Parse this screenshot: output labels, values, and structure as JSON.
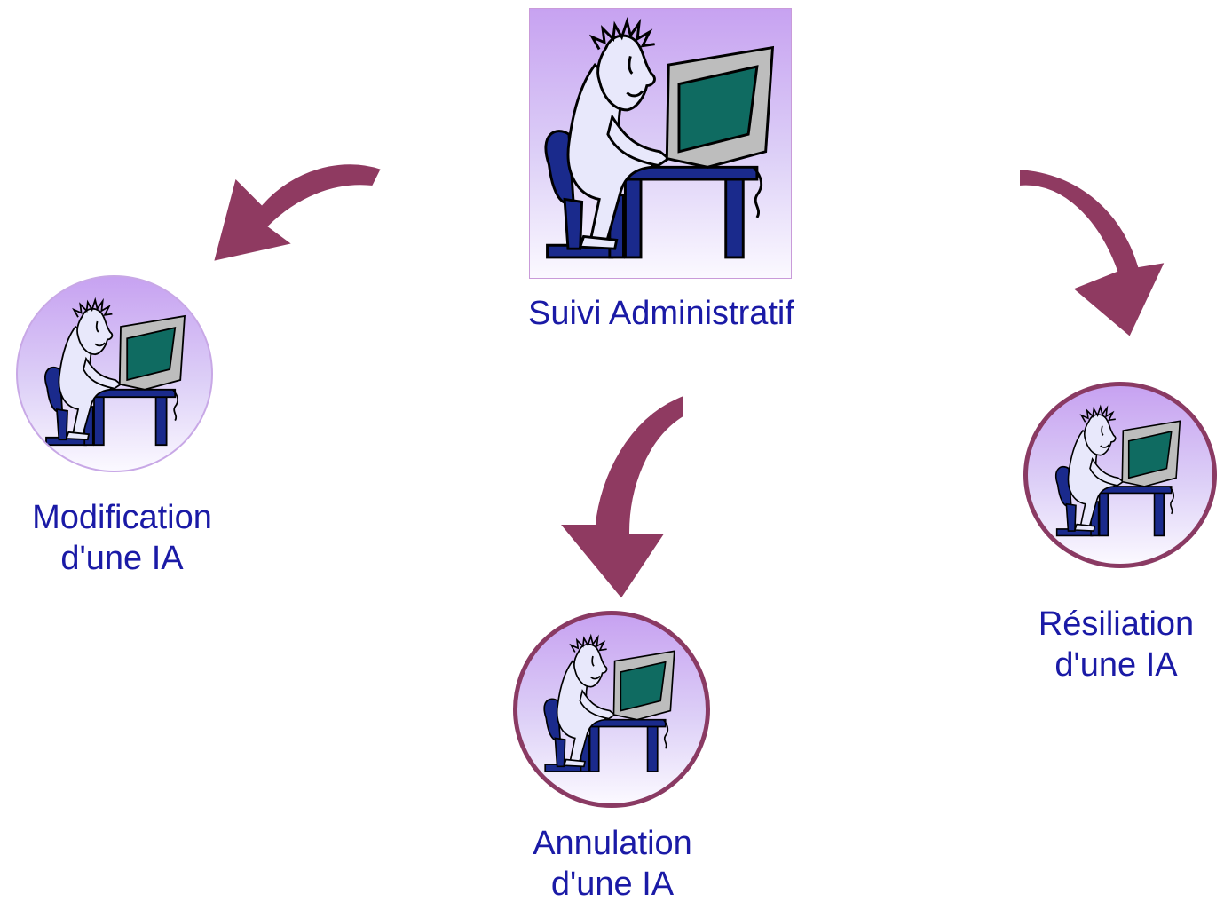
{
  "diagram": {
    "center": {
      "label": "Suivi Administratif",
      "icon": "person-at-computer-icon"
    },
    "children": [
      {
        "id": "modification",
        "line1": "Modification",
        "line2": "d'une IA",
        "icon": "person-at-computer-icon"
      },
      {
        "id": "annulation",
        "line1": "Annulation",
        "line2": "d'une IA",
        "icon": "person-at-computer-icon"
      },
      {
        "id": "resiliation",
        "line1": "Résiliation",
        "line2": "d'une IA",
        "icon": "person-at-computer-icon"
      }
    ],
    "colors": {
      "arrow": "#8f3a61",
      "label_text": "#1a1aa6",
      "gradient_top": "#c7a2f1",
      "gradient_bottom": "#fbf9ff",
      "circle_border_dark": "#8a3a63",
      "circle_border_light": "#c8a8e6"
    }
  }
}
